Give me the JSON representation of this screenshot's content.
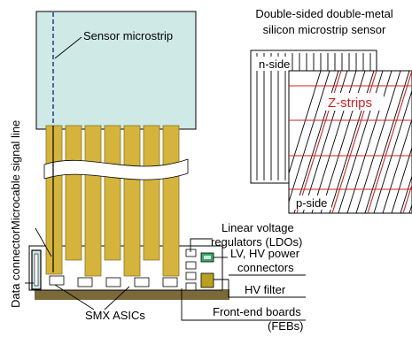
{
  "title_line1": "Double-sided double-metal",
  "title_line2": "silicon microstrip sensor",
  "labels": {
    "sensor_microstrip": "Sensor microstrip",
    "microcable_signal_line": "Microcable signal line",
    "data_connector": "Data connector",
    "ldo_line1": "Linear voltage",
    "ldo_line2": "regulators (LDOs)",
    "power_line1": "LV, HV power",
    "power_line2": "connectors",
    "hv_filter": "HV filter",
    "feb_line1": "Front-end boards",
    "feb_line2": "(FEBs)",
    "smx_asics": "SMX ASICs",
    "n_side": "n-side",
    "z_strips": "Z-strips",
    "p_side": "p-side"
  },
  "colors": {
    "sensor_fill": "#cfe9e6",
    "cable_fill": "#d4b43c",
    "cable_stroke": "#8a7420",
    "board_dark": "#7a6a3a",
    "z_strip": "#cc2222",
    "hv_filter": "#b8a020",
    "power_connector": "#3aa86a"
  }
}
